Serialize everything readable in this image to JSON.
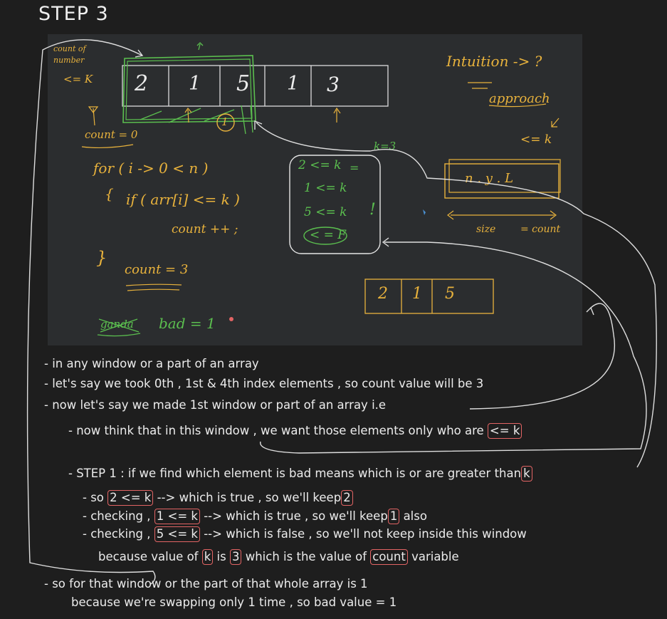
{
  "title": "STEP 3",
  "whiteboard": {
    "count_note": [
      "count of",
      "number",
      "<= K"
    ],
    "array_cells": [
      "2",
      "1",
      "5",
      "1",
      "3"
    ],
    "circle_mark": "1",
    "count_init": "count = 0",
    "k_label": "k=3",
    "code_for": "for ( i -> 0 < n )",
    "code_brace_open": "{",
    "code_if": "if ( arr[i] <= k )",
    "code_count": "count ++ ;",
    "code_brace_close": "}",
    "count_result": "count = 3",
    "check_lines": [
      "2 <= k",
      "1 <= k",
      "5 <= k",
      "< = F"
    ],
    "check_marks": [
      "=",
      "!"
    ],
    "intuition": "Intuition -> ?",
    "approach": "approach",
    "right_le_k": "<= k",
    "window_text": "n . y . L",
    "size_label": "size",
    "size_count": "= count",
    "small_array": [
      "2",
      "1",
      "5"
    ],
    "bad_crossed": "ganda",
    "bad_text": "bad = 1"
  },
  "notes": {
    "line1": "- in any window or a part of an array",
    "line2": "- let's say we took 0th , 1st & 4th index elements , so count value will be 3",
    "line3": "- now let's say we made 1st window or part of an array i.e",
    "line4_pre": "- now think that in this window , we want those elements only who are",
    "line4_box": "<= k",
    "line5_pre": "- STEP 1 : if we find which element is bad means which is or are greater than",
    "line5_box": "k",
    "line6_pre": "- so",
    "line6_box": "2 <= k",
    "line6_mid": "--> which is true , so we'll keep",
    "line6_box2": "2",
    "line7_pre": "- checking ,",
    "line7_box": "1 <= k",
    "line7_mid": "--> which is true , so we'll keep",
    "line7_box2": "1",
    "line7_post": "also",
    "line8_pre": "- checking ,",
    "line8_box": "5 <= k",
    "line8_mid": "--> which is false , so we'll not keep inside this window",
    "line9_pre": "because value of",
    "line9_box": "k",
    "line9_mid": "is",
    "line9_box2": "3",
    "line9_mid2": "which is the value of",
    "line9_box3": "count",
    "line9_post": "variable",
    "line10": "- so for that window or the part of that whole array is 1",
    "line11": "because we're swapping only 1 time , so bad value = 1"
  },
  "colors": {
    "background": "#1e1e1e",
    "board": "#2b2d2f",
    "yellow": "#e8b23c",
    "green": "#5bbf4f",
    "highlight_box": "#e26464",
    "text": "#ececec"
  }
}
